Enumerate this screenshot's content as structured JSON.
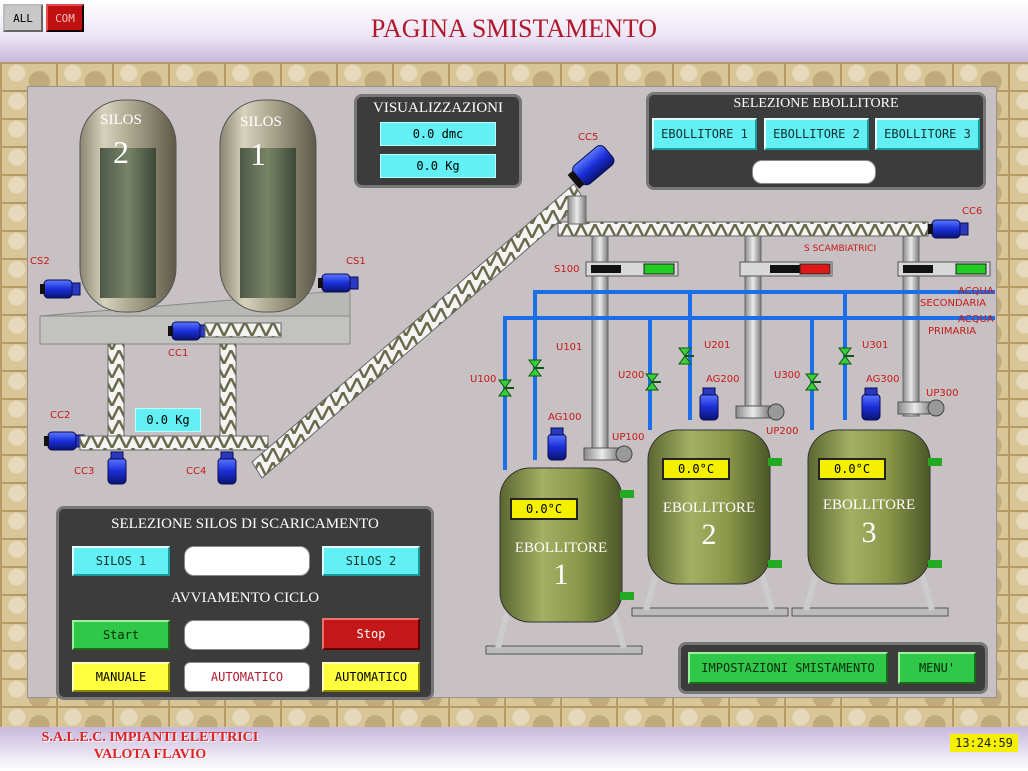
{
  "header": {
    "title": "PAGINA SMISTAMENTO",
    "btn_all": "ALL",
    "btn_com": "COM"
  },
  "silos": [
    {
      "label": "SILOS",
      "number": "2"
    },
    {
      "label": "SILOS",
      "number": "1"
    }
  ],
  "visualizzazioni": {
    "title": "VISUALIZZAZIONI",
    "volume": "0.0 dmc",
    "weight": "0.0 Kg"
  },
  "selezione_ebollitore": {
    "title": "SELEZIONE EBOLLITORE",
    "buttons": [
      "EBOLLITORE 1",
      "EBOLLITORE 2",
      "EBOLLITORE 3"
    ],
    "display": ""
  },
  "conveyor_weight": "0.0 Kg",
  "labels": {
    "cs1": "CS1",
    "cs2": "CS2",
    "cc1": "CC1",
    "cc2": "CC2",
    "cc3": "CC3",
    "cc4": "CC4",
    "cc5": "CC5",
    "cc6": "CC6",
    "s100": "S100",
    "scambiatrici": "S SCAMBIATRICI",
    "acqua_sec_1": "ACQUA",
    "acqua_sec_2": "SECONDARIA",
    "acqua_pri_1": "ACQUA",
    "acqua_pri_2": "PRIMARIA",
    "u100": "U100",
    "u101": "U101",
    "u200": "U200",
    "u201": "U201",
    "u300": "U300",
    "u301": "U301",
    "ag100": "AG100",
    "ag200": "AG200",
    "ag300": "AG300",
    "up100": "UP100",
    "up200": "UP200",
    "up300": "UP300"
  },
  "tanks": [
    {
      "name": "EBOLLITORE",
      "number": "1",
      "temp": "0.0°C"
    },
    {
      "name": "EBOLLITORE",
      "number": "2",
      "temp": "0.0°C"
    },
    {
      "name": "EBOLLITORE",
      "number": "3",
      "temp": "0.0°C"
    }
  ],
  "silo_panel": {
    "title": "SELEZIONE SILOS DI SCARICAMENTO",
    "silos1": "SILOS 1",
    "silos2": "SILOS 2",
    "silos_display": "",
    "cycle_title": "AVVIAMENTO CICLO",
    "start": "Start",
    "stop": "Stop",
    "cycle_display": "",
    "manuale": "MANUALE",
    "automatico_display": "AUTOMATICO",
    "automatico": "AUTOMATICO"
  },
  "bottom_right": {
    "impostazioni": "IMPOSTAZIONI SMISTAMENTO",
    "menu": "MENU'"
  },
  "footer": {
    "company_1": "S.A.L.E.C. IMPIANTI ELETTRICI",
    "company_2": "VALOTA FLAVIO",
    "clock": "13:24:59"
  },
  "colors": {
    "title": "#b0182c",
    "pipe_blue": "#1a6ee6",
    "motor_blue": "#1a2ed8",
    "tank_green": "#8a9a4a"
  }
}
